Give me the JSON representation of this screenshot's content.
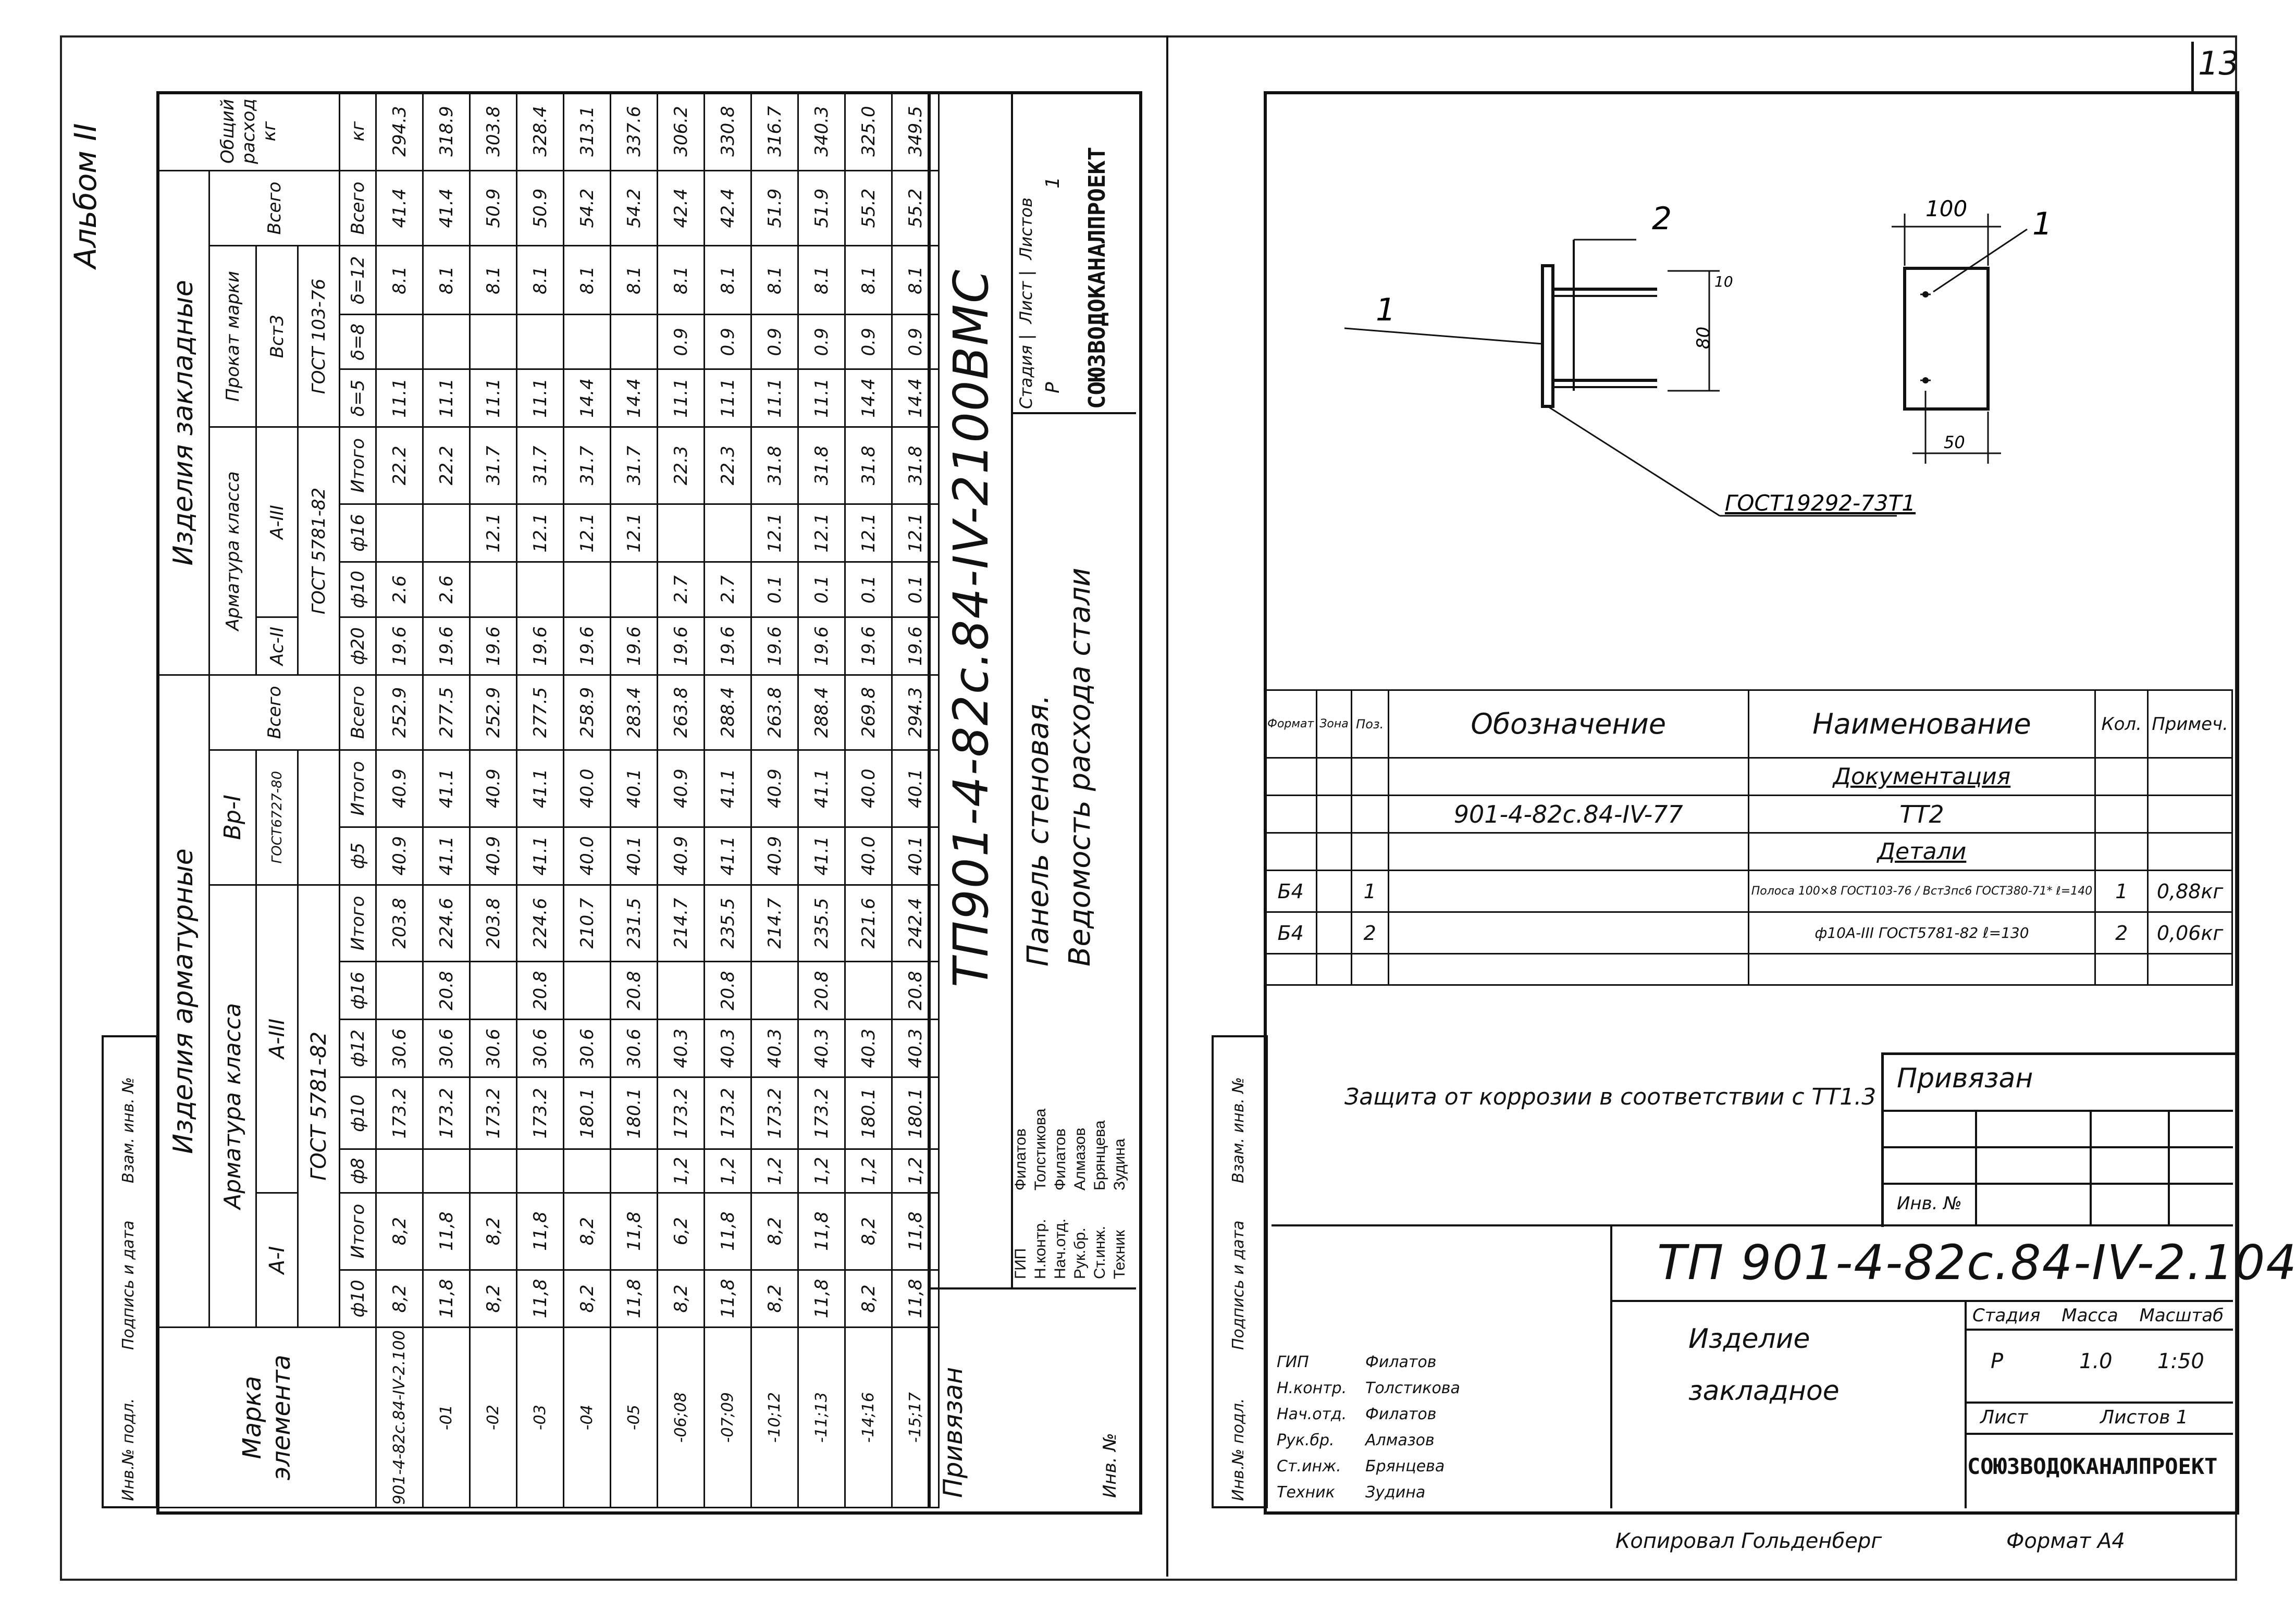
{
  "page_number": "13",
  "album_label": "Альбом II",
  "left": {
    "sheet_code": "ТП901-4-82с.84-IV-2100ВМС",
    "title_line1": "Панель стеновая.",
    "title_line2": "Ведомость расхода стали",
    "org": "СОЮЗВОДОКАНАЛПРОЕКТ",
    "privyazan": "Привязан",
    "inv_no": "Инв. №",
    "stamp_labels": [
      "Стадия",
      "Лист",
      "Листов"
    ],
    "stamp_values": [
      "Р",
      "",
      "1"
    ],
    "staff": [
      {
        "role": "ГИП",
        "name": "Филатов"
      },
      {
        "role": "Н.контр.",
        "name": "Толстикова"
      },
      {
        "role": "Нач.отд.",
        "name": "Филатов"
      },
      {
        "role": "Рук.бр.",
        "name": "Алмазов"
      },
      {
        "role": "Ст.инж.",
        "name": "Брянцева"
      },
      {
        "role": "Техник",
        "name": "Зудина"
      }
    ],
    "side_labels": [
      "Инв.№ подл.",
      "Подпись и дата",
      "Взам. инв. №"
    ],
    "table": {
      "mark_header": "Марка элемента",
      "group1": "Изделия арматурные",
      "group2": "Изделия закладные",
      "total_header": "Общий расход кг",
      "armatura_class": "Арматура класса",
      "prokat_marki": "Прокат марки",
      "sub_ai": "А-I",
      "sub_aiii": "А-III",
      "sub_vri": "Вр-I",
      "sub_aciii": "Ас-II",
      "sub_a3": "А-III",
      "sub_bst": "Вст3",
      "gost_5781": "ГОСТ 5781-82",
      "gost_6727": "ГОСТ6727-80",
      "gost_5781b": "ГОСТ 5781-82",
      "gost_103": "ГОСТ 103-76",
      "vsego": "Всего",
      "cols": [
        "ф10",
        "Итого",
        "ф8",
        "ф10",
        "ф12",
        "ф16",
        "Итого",
        "ф5",
        "Итого",
        "Всего",
        "ф20",
        "ф10",
        "ф16",
        "Итого",
        "δ=5",
        "δ=8",
        "δ=12",
        "Всего",
        "кг"
      ],
      "rows": [
        [
          "901-4-82с.84-IV-2.100",
          "8,2",
          "8,2",
          "",
          "173.2",
          "30.6",
          "",
          "203.8",
          "40.9",
          "40.9",
          "252.9",
          "19.6",
          "2.6",
          "",
          "22.2",
          "11.1",
          "",
          "8.1",
          "41.4",
          "294.3"
        ],
        [
          "-01",
          "11,8",
          "11,8",
          "",
          "173.2",
          "30.6",
          "20.8",
          "224.6",
          "41.1",
          "41.1",
          "277.5",
          "19.6",
          "2.6",
          "",
          "22.2",
          "11.1",
          "",
          "8.1",
          "41.4",
          "318.9"
        ],
        [
          "-02",
          "8,2",
          "8,2",
          "",
          "173.2",
          "30.6",
          "",
          "203.8",
          "40.9",
          "40.9",
          "252.9",
          "19.6",
          "",
          "12.1",
          "31.7",
          "11.1",
          "",
          "8.1",
          "50.9",
          "303.8"
        ],
        [
          "-03",
          "11,8",
          "11,8",
          "",
          "173.2",
          "30.6",
          "20.8",
          "224.6",
          "41.1",
          "41.1",
          "277.5",
          "19.6",
          "",
          "12.1",
          "31.7",
          "11.1",
          "",
          "8.1",
          "50.9",
          "328.4"
        ],
        [
          "-04",
          "8,2",
          "8,2",
          "",
          "180.1",
          "30.6",
          "",
          "210.7",
          "40.0",
          "40.0",
          "258.9",
          "19.6",
          "",
          "12.1",
          "31.7",
          "14.4",
          "",
          "8.1",
          "54.2",
          "313.1"
        ],
        [
          "-05",
          "11,8",
          "11,8",
          "",
          "180.1",
          "30.6",
          "20.8",
          "231.5",
          "40.1",
          "40.1",
          "283.4",
          "19.6",
          "",
          "12.1",
          "31.7",
          "14.4",
          "",
          "8.1",
          "54.2",
          "337.6"
        ],
        [
          "-06;08",
          "8,2",
          "6,2",
          "1,2",
          "173.2",
          "40.3",
          "",
          "214.7",
          "40.9",
          "40.9",
          "263.8",
          "19.6",
          "2.7",
          "",
          "22.3",
          "11.1",
          "0.9",
          "8.1",
          "42.4",
          "306.2"
        ],
        [
          "-07;09",
          "11,8",
          "11,8",
          "1,2",
          "173.2",
          "40.3",
          "20.8",
          "235.5",
          "41.1",
          "41.1",
          "288.4",
          "19.6",
          "2.7",
          "",
          "22.3",
          "11.1",
          "0.9",
          "8.1",
          "42.4",
          "330.8"
        ],
        [
          "-10;12",
          "8,2",
          "8,2",
          "1,2",
          "173.2",
          "40.3",
          "",
          "214.7",
          "40.9",
          "40.9",
          "263.8",
          "19.6",
          "0.1",
          "12.1",
          "31.8",
          "11.1",
          "0.9",
          "8.1",
          "51.9",
          "316.7"
        ],
        [
          "-11;13",
          "11,8",
          "11,8",
          "1,2",
          "173.2",
          "40.3",
          "20.8",
          "235.5",
          "41.1",
          "41.1",
          "288.4",
          "19.6",
          "0.1",
          "12.1",
          "31.8",
          "11.1",
          "0.9",
          "8.1",
          "51.9",
          "340.3"
        ],
        [
          "-14;16",
          "8,2",
          "8,2",
          "1,2",
          "180.1",
          "40.3",
          "",
          "221.6",
          "40.0",
          "40.0",
          "269.8",
          "19.6",
          "0.1",
          "12.1",
          "31.8",
          "14.4",
          "0.9",
          "8.1",
          "55.2",
          "325.0"
        ],
        [
          "-15;17",
          "11,8",
          "11,8",
          "1,2",
          "180.1",
          "40.3",
          "20.8",
          "242.4",
          "40.1",
          "40.1",
          "294.3",
          "19.6",
          "0.1",
          "12.1",
          "31.8",
          "14.4",
          "0.9",
          "8.1",
          "55.2",
          "349.5"
        ]
      ]
    }
  },
  "right": {
    "drawing": {
      "dim_100": "100",
      "dim_80": "80",
      "dim_10": "10",
      "dim_50": "50",
      "leader_1": "1",
      "leader_2": "2",
      "leader_1b": "1",
      "gost_weld": "ГОСТ19292-73Т1"
    },
    "spec_headers": [
      "Формат",
      "Зона",
      "Поз.",
      "Обозначение",
      "Наименование",
      "Кол.",
      "Примеч."
    ],
    "section_docs": "Документация",
    "doc_designation": "901-4-82с.84-IV-77",
    "doc_name": "ТТ2",
    "section_details": "Детали",
    "details": [
      {
        "format": "Б4",
        "pos": "1",
        "name": "Полоса 100×8 ГОСТ103-76 / Вст3пс6 ГОСТ380-71* ℓ=140",
        "qty": "1",
        "note": "0,88кг"
      },
      {
        "format": "Б4",
        "pos": "2",
        "name": "ф10А-III ГОСТ5781-82 ℓ=130",
        "qty": "2",
        "note": "0,06кг"
      }
    ],
    "corrosion_note": "Защита от коррозии в соответствии с ТТ1.3",
    "privyazan": "Привязан",
    "inv_no": "Инв. №",
    "sheet_code": "ТП 901-4-82с.84-IV-2.104",
    "title_line1": "Изделие",
    "title_line2": "закладное",
    "stamp_labels": [
      "Стадия",
      "Масса",
      "Масштаб"
    ],
    "stamp_values": [
      "Р",
      "1.0",
      "1:50"
    ],
    "list_label": "Лист",
    "listov_label": "Листов 1",
    "org": "СОЮЗВОДОКАНАЛПРОЕКТ",
    "staff": [
      {
        "role": "ГИП",
        "name": "Филатов"
      },
      {
        "role": "Н.контр.",
        "name": "Толстикова"
      },
      {
        "role": "Нач.отд.",
        "name": "Филатов"
      },
      {
        "role": "Рук.бр.",
        "name": "Алмазов"
      },
      {
        "role": "Ст.инж.",
        "name": "Брянцева"
      },
      {
        "role": "Техник",
        "name": "Зудина"
      }
    ],
    "side_labels": [
      "Инв.№ подл.",
      "Подпись и дата",
      "Взам. инв. №"
    ],
    "footer_copied": "Копировал Гольденберг",
    "footer_format": "Формат А4"
  }
}
